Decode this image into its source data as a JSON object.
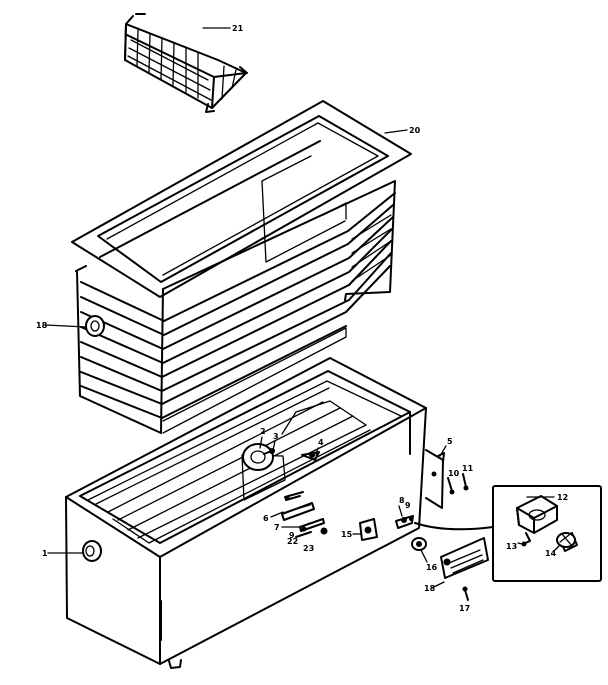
{
  "callouts": [
    {
      "id": "basket",
      "text": "21"
    },
    {
      "id": "top-frame",
      "text": "20"
    },
    {
      "id": "liner",
      "text": "18"
    },
    {
      "id": "left-knob",
      "text": "1"
    },
    {
      "id": "thermostat",
      "text": "2"
    },
    {
      "id": "thermostat-nut",
      "text": "3"
    },
    {
      "id": "drain",
      "text": "4"
    },
    {
      "id": "bracket-plate",
      "text": "5"
    },
    {
      "id": "spacer",
      "text": "6"
    },
    {
      "id": "strip",
      "text": "7"
    },
    {
      "id": "switch",
      "text": "8"
    },
    {
      "id": "clip-left",
      "text": "9"
    },
    {
      "id": "clip-right",
      "text": "9"
    },
    {
      "id": "screw-10",
      "text": "10"
    },
    {
      "id": "screw-11",
      "text": "11"
    },
    {
      "id": "control-box",
      "text": "12"
    },
    {
      "id": "screw-13",
      "text": "13"
    },
    {
      "id": "dial-knob",
      "text": "14"
    },
    {
      "id": "grommet",
      "text": "15"
    },
    {
      "id": "bushing",
      "text": "16"
    },
    {
      "id": "label-plate",
      "text": "18"
    },
    {
      "id": "screw-17",
      "text": "17"
    },
    {
      "id": "part-22",
      "text": "22"
    },
    {
      "id": "part-23",
      "text": "23"
    }
  ]
}
